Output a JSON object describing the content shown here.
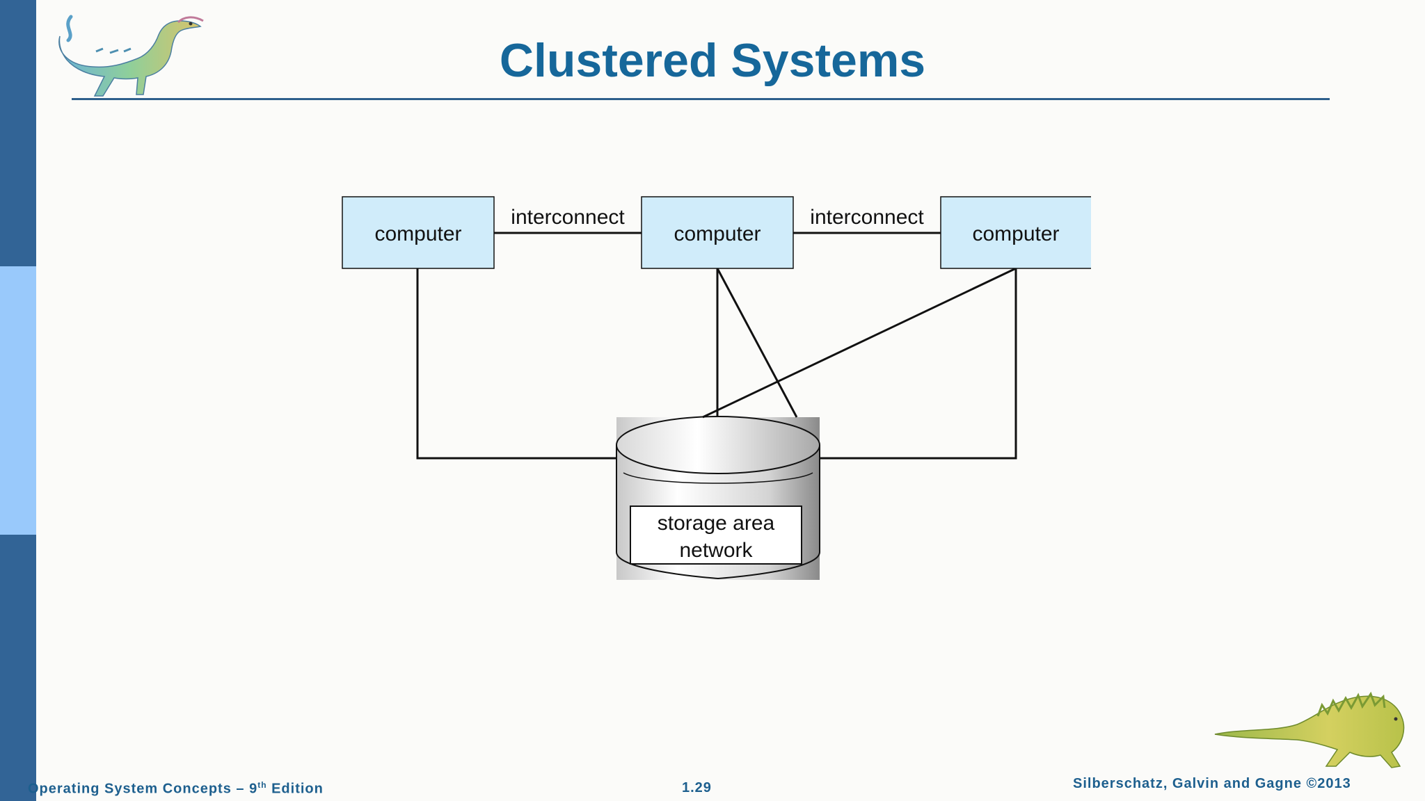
{
  "slide": {
    "title": "Clustered Systems",
    "footer_left_prefix": "Operating System Concepts – 9",
    "footer_left_sup": "th",
    "footer_left_suffix": " Edition",
    "page_number": "1.29",
    "footer_right": "Silberschatz, Galvin and Gagne ©2013"
  },
  "diagram": {
    "computers": [
      {
        "label": "computer"
      },
      {
        "label": "computer"
      },
      {
        "label": "computer"
      }
    ],
    "interconnects": [
      {
        "label": "interconnect"
      },
      {
        "label": "interconnect"
      }
    ],
    "storage": {
      "line1": "storage area",
      "line2": "network"
    }
  },
  "colors": {
    "accent_dark_blue": "#326496",
    "accent_light_blue": "#99c9fb",
    "title_blue": "#16679a",
    "box_fill": "#d0ecfa"
  }
}
